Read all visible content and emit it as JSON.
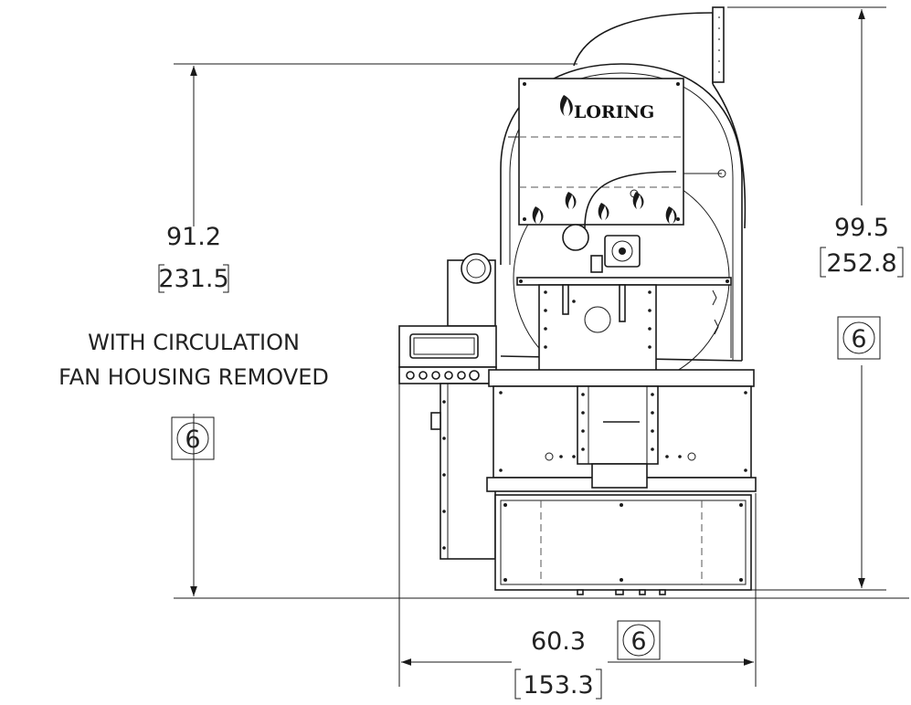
{
  "drawing": {
    "brand": "LORING",
    "dim_left": {
      "value": "91.2",
      "metric": "231.5",
      "note_line1": "WITH CIRCULATION",
      "note_line2": "FAN HOUSING REMOVED",
      "callout": "6"
    },
    "dim_right": {
      "value": "99.5",
      "metric": "252.8",
      "callout": "6"
    },
    "dim_bottom": {
      "value": "60.3",
      "metric": "153.3",
      "callout": "6"
    }
  }
}
